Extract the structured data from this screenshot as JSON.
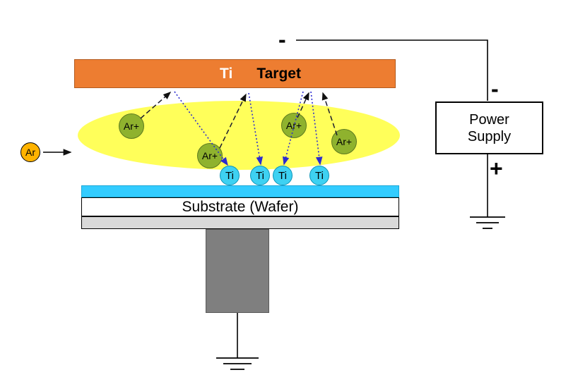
{
  "target": {
    "material": "Ti",
    "name": "Target"
  },
  "plasma_ions": [
    {
      "label": "Ar+"
    },
    {
      "label": "Ar+"
    },
    {
      "label": "Ar+"
    },
    {
      "label": "Ar+"
    }
  ],
  "gas_atom": {
    "label": "Ar"
  },
  "deposited_atoms": [
    {
      "label": "Ti"
    },
    {
      "label": "Ti"
    },
    {
      "label": "Ti"
    },
    {
      "label": "Ti"
    }
  ],
  "substrate": {
    "label": "Substrate (Wafer)"
  },
  "power_supply": {
    "label": "Power\nSupply",
    "terminal_wire_minus": "-",
    "terminal_minus": "-",
    "terminal_plus": "+"
  },
  "colors": {
    "target": "#ED7D31",
    "plasma": "#FFFF5A",
    "ar_ion": "#8FB22E",
    "ar_gas": "#FFB300",
    "ti_atom": "#3ED1F2",
    "film": "#33CCFF",
    "base": "#D9D9D9",
    "pedestal": "#7F7F7F",
    "arrow_blue": "#2B2BCF"
  }
}
